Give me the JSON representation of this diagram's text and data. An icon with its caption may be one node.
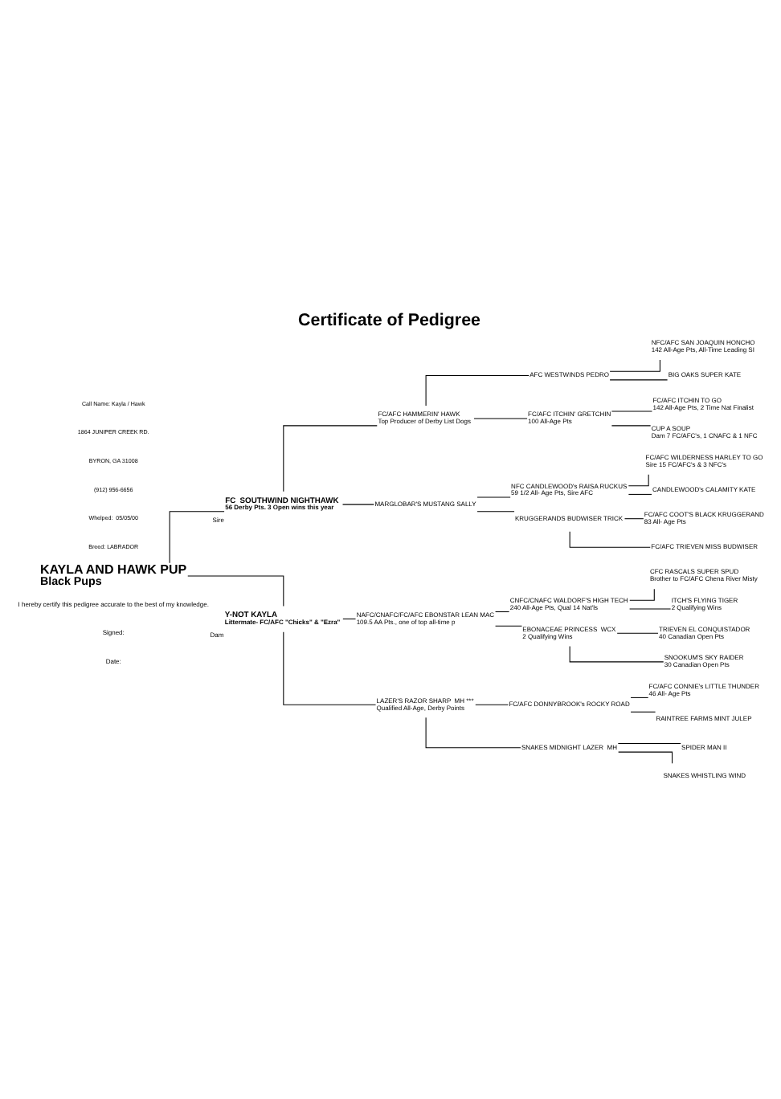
{
  "diagram": {
    "title": "Certificate of Pedigree",
    "nodes": [
      {
        "text": [
          "KAYLA AND HAWK PUP",
          "Black Pups"
        ]
      },
      {
        "text": [
          "FC  SOUTHWIND NIGHTHAWK",
          "56 Derby Pts. 3 Open wins this year"
        ],
        "beside": [
          "Sire"
        ]
      },
      {
        "text": [
          "FC/AFC HAMMERIN' HAWK",
          "Top Producer of Derby List Dogs"
        ]
      },
      {
        "text": [
          "AFC WESTWINDS PEDRO"
        ]
      },
      {
        "text": [
          "NFC/AFC SAN JOAQUIN HONCHO",
          "142 All-Age Pts, All-Time Leading SI"
        ]
      },
      {
        "text": [
          "BIG OAKS SUPER KATE"
        ]
      },
      {
        "text": [
          "FC/AFC ITCHIN' GRETCHIN",
          "100 All-Age Pts"
        ]
      },
      {
        "text": [
          "FC/AFC ITCHIN TO GO",
          "142 All-Age Pts, 2 Time Nat Finalist"
        ]
      },
      {
        "text": [
          "CUP A SOUP",
          "Dam 7 FC/AFC's, 1 CNAFC & 1 NFC"
        ]
      },
      {
        "text": [
          "MARGLOBAR'S MUSTANG SALLY"
        ]
      },
      {
        "text": [
          "NFC CANDLEWOOD's RAISA RUCKUS",
          "59 1/2 All- Age Pts, Sire AFC"
        ]
      },
      {
        "text": [
          "FC/AFC WILDERNESS HARLEY TO GO",
          "Sire 15 FC/AFC's & 3 NFC's"
        ]
      },
      {
        "text": [
          "CANDLEWOOD's CALAMITY KATE"
        ]
      },
      {
        "text": [
          "KRUGGERANDS BUDWISER TRICK"
        ]
      },
      {
        "text": [
          "FC/AFC COOT'S BLACK KRUGGERAND",
          "83 All- Age Pts"
        ]
      },
      {
        "text": [
          "FC/AFC TRIEVEN MISS BUDWISER"
        ]
      },
      {
        "text": [
          "Y-NOT KAYLA",
          "Littermate- FC/AFC \"Chicks\" & \"Ezra\""
        ],
        "beside": [
          "Dam"
        ]
      },
      {
        "text": [
          "NAFC/CNAFC/FC/AFC EBONSTAR LEAN MAC",
          "109.5 AA Pts., one of top all-time p"
        ]
      },
      {
        "text": [
          "CNFC/CNAFC WALDORF'S HIGH TECH",
          "240 All-Age Pts, Qual 14 Nat'ls"
        ]
      },
      {
        "text": [
          "CFC RASCALS SUPER SPUD",
          "Brother to FC/AFC Chena River Misty"
        ]
      },
      {
        "text": [
          "ITCH'S FLYING TIGER",
          "2 Qualifying Wins"
        ]
      },
      {
        "text": [
          "EBONACEAE PRINCESS  WCX",
          "2 Qualifying Wins"
        ]
      },
      {
        "text": [
          "TRIEVEN EL CONQUISTADOR",
          "40 Canadian Open Pts"
        ]
      },
      {
        "text": [
          "SNOOKUM'S SKY RAIDER",
          "30 Canadian Open Pts"
        ]
      },
      {
        "text": [
          "LAZER'S RAZOR SHARP  MH ***",
          "Qualified All-Age, Derby Points"
        ]
      },
      {
        "text": [
          "FC/AFC DONNYBROOK's ROCKY ROAD"
        ]
      },
      {
        "text": [
          "FC/AFC CONNIE's LITTLE THUNDER",
          "46 All- Age Pts"
        ]
      },
      {
        "text": [
          "RAINTREE FARMS MINT JULEP"
        ]
      },
      {
        "text": [
          "SNAKES MIDNIGHT LAZER  MH"
        ]
      },
      {
        "text": [
          "SPIDER MAN II"
        ]
      },
      {
        "text": [
          "SNAKES WHISTLING WIND"
        ]
      }
    ],
    "edges": [
      {
        "from": 0,
        "to": 1,
        "arrow": "none"
      },
      {
        "from": 1,
        "to": 2,
        "arrow": "none"
      },
      {
        "from": 2,
        "to": 3,
        "arrow": "none"
      },
      {
        "from": 3,
        "to": 4,
        "arrow": "none"
      },
      {
        "from": 3,
        "to": 5,
        "arrow": "none"
      },
      {
        "from": 2,
        "to": 6,
        "arrow": "none"
      },
      {
        "from": 6,
        "to": 7,
        "arrow": "none"
      },
      {
        "from": 6,
        "to": 8,
        "arrow": "none"
      },
      {
        "from": 1,
        "to": 9,
        "arrow": "none"
      },
      {
        "from": 9,
        "to": 10,
        "arrow": "none"
      },
      {
        "from": 10,
        "to": 11,
        "arrow": "none"
      },
      {
        "from": 10,
        "to": 12,
        "arrow": "none"
      },
      {
        "from": 9,
        "to": 13,
        "arrow": "none"
      },
      {
        "from": 13,
        "to": 14,
        "arrow": "none"
      },
      {
        "from": 13,
        "to": 15,
        "arrow": "none"
      },
      {
        "from": 0,
        "to": 16,
        "arrow": "none"
      },
      {
        "from": 16,
        "to": 17,
        "arrow": "none"
      },
      {
        "from": 17,
        "to": 18,
        "arrow": "none"
      },
      {
        "from": 18,
        "to": 19,
        "arrow": "none"
      },
      {
        "from": 18,
        "to": 20,
        "arrow": "none"
      },
      {
        "from": 17,
        "to": 21,
        "arrow": "none"
      },
      {
        "from": 21,
        "to": 22,
        "arrow": "none"
      },
      {
        "from": 21,
        "to": 23,
        "arrow": "none"
      },
      {
        "from": 16,
        "to": 24,
        "arrow": "none"
      },
      {
        "from": 24,
        "to": 25,
        "arrow": "none"
      },
      {
        "from": 25,
        "to": 26,
        "arrow": "none"
      },
      {
        "from": 25,
        "to": 27,
        "arrow": "none"
      },
      {
        "from": 24,
        "to": 28,
        "arrow": "none"
      },
      {
        "from": 28,
        "to": 29,
        "arrow": "none"
      },
      {
        "from": 28,
        "to": 30,
        "arrow": "none"
      }
    ],
    "labels": [
      "Call Name: Kayla / Hawk",
      "1864 JUNIPER CREEK RD.",
      "BYRON, GA 31008",
      "(912) 956-6656",
      "Whelped:  05/05/00",
      "Breed: LABRADOR",
      "I hereby certify this pedigree accurate to the best of my knowledge.",
      "Signed:",
      "Date:"
    ]
  }
}
